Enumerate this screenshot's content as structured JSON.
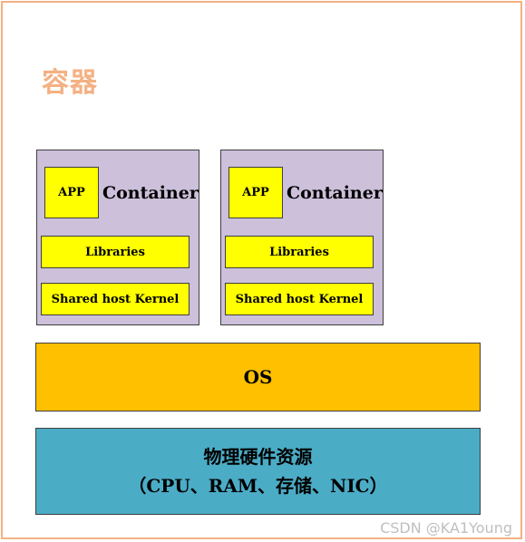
{
  "title": "容器",
  "containers": [
    {
      "app_label": "APP",
      "container_label": "Container",
      "libraries_label": "Libraries",
      "kernel_label": "Shared host Kernel"
    },
    {
      "app_label": "APP",
      "container_label": "Container",
      "libraries_label": "Libraries",
      "kernel_label": "Shared host Kernel"
    }
  ],
  "os_label": "OS",
  "hardware": {
    "line1": "物理硬件资源",
    "line2": "（CPU、RAM、存储、NIC）"
  },
  "watermark": "CSDN @KA1Young",
  "colors": {
    "frame": "#f4b183",
    "container_bg": "#ccc0da",
    "component_bg": "#ffff00",
    "os_bg": "#ffc000",
    "hardware_bg": "#4bacc6"
  }
}
